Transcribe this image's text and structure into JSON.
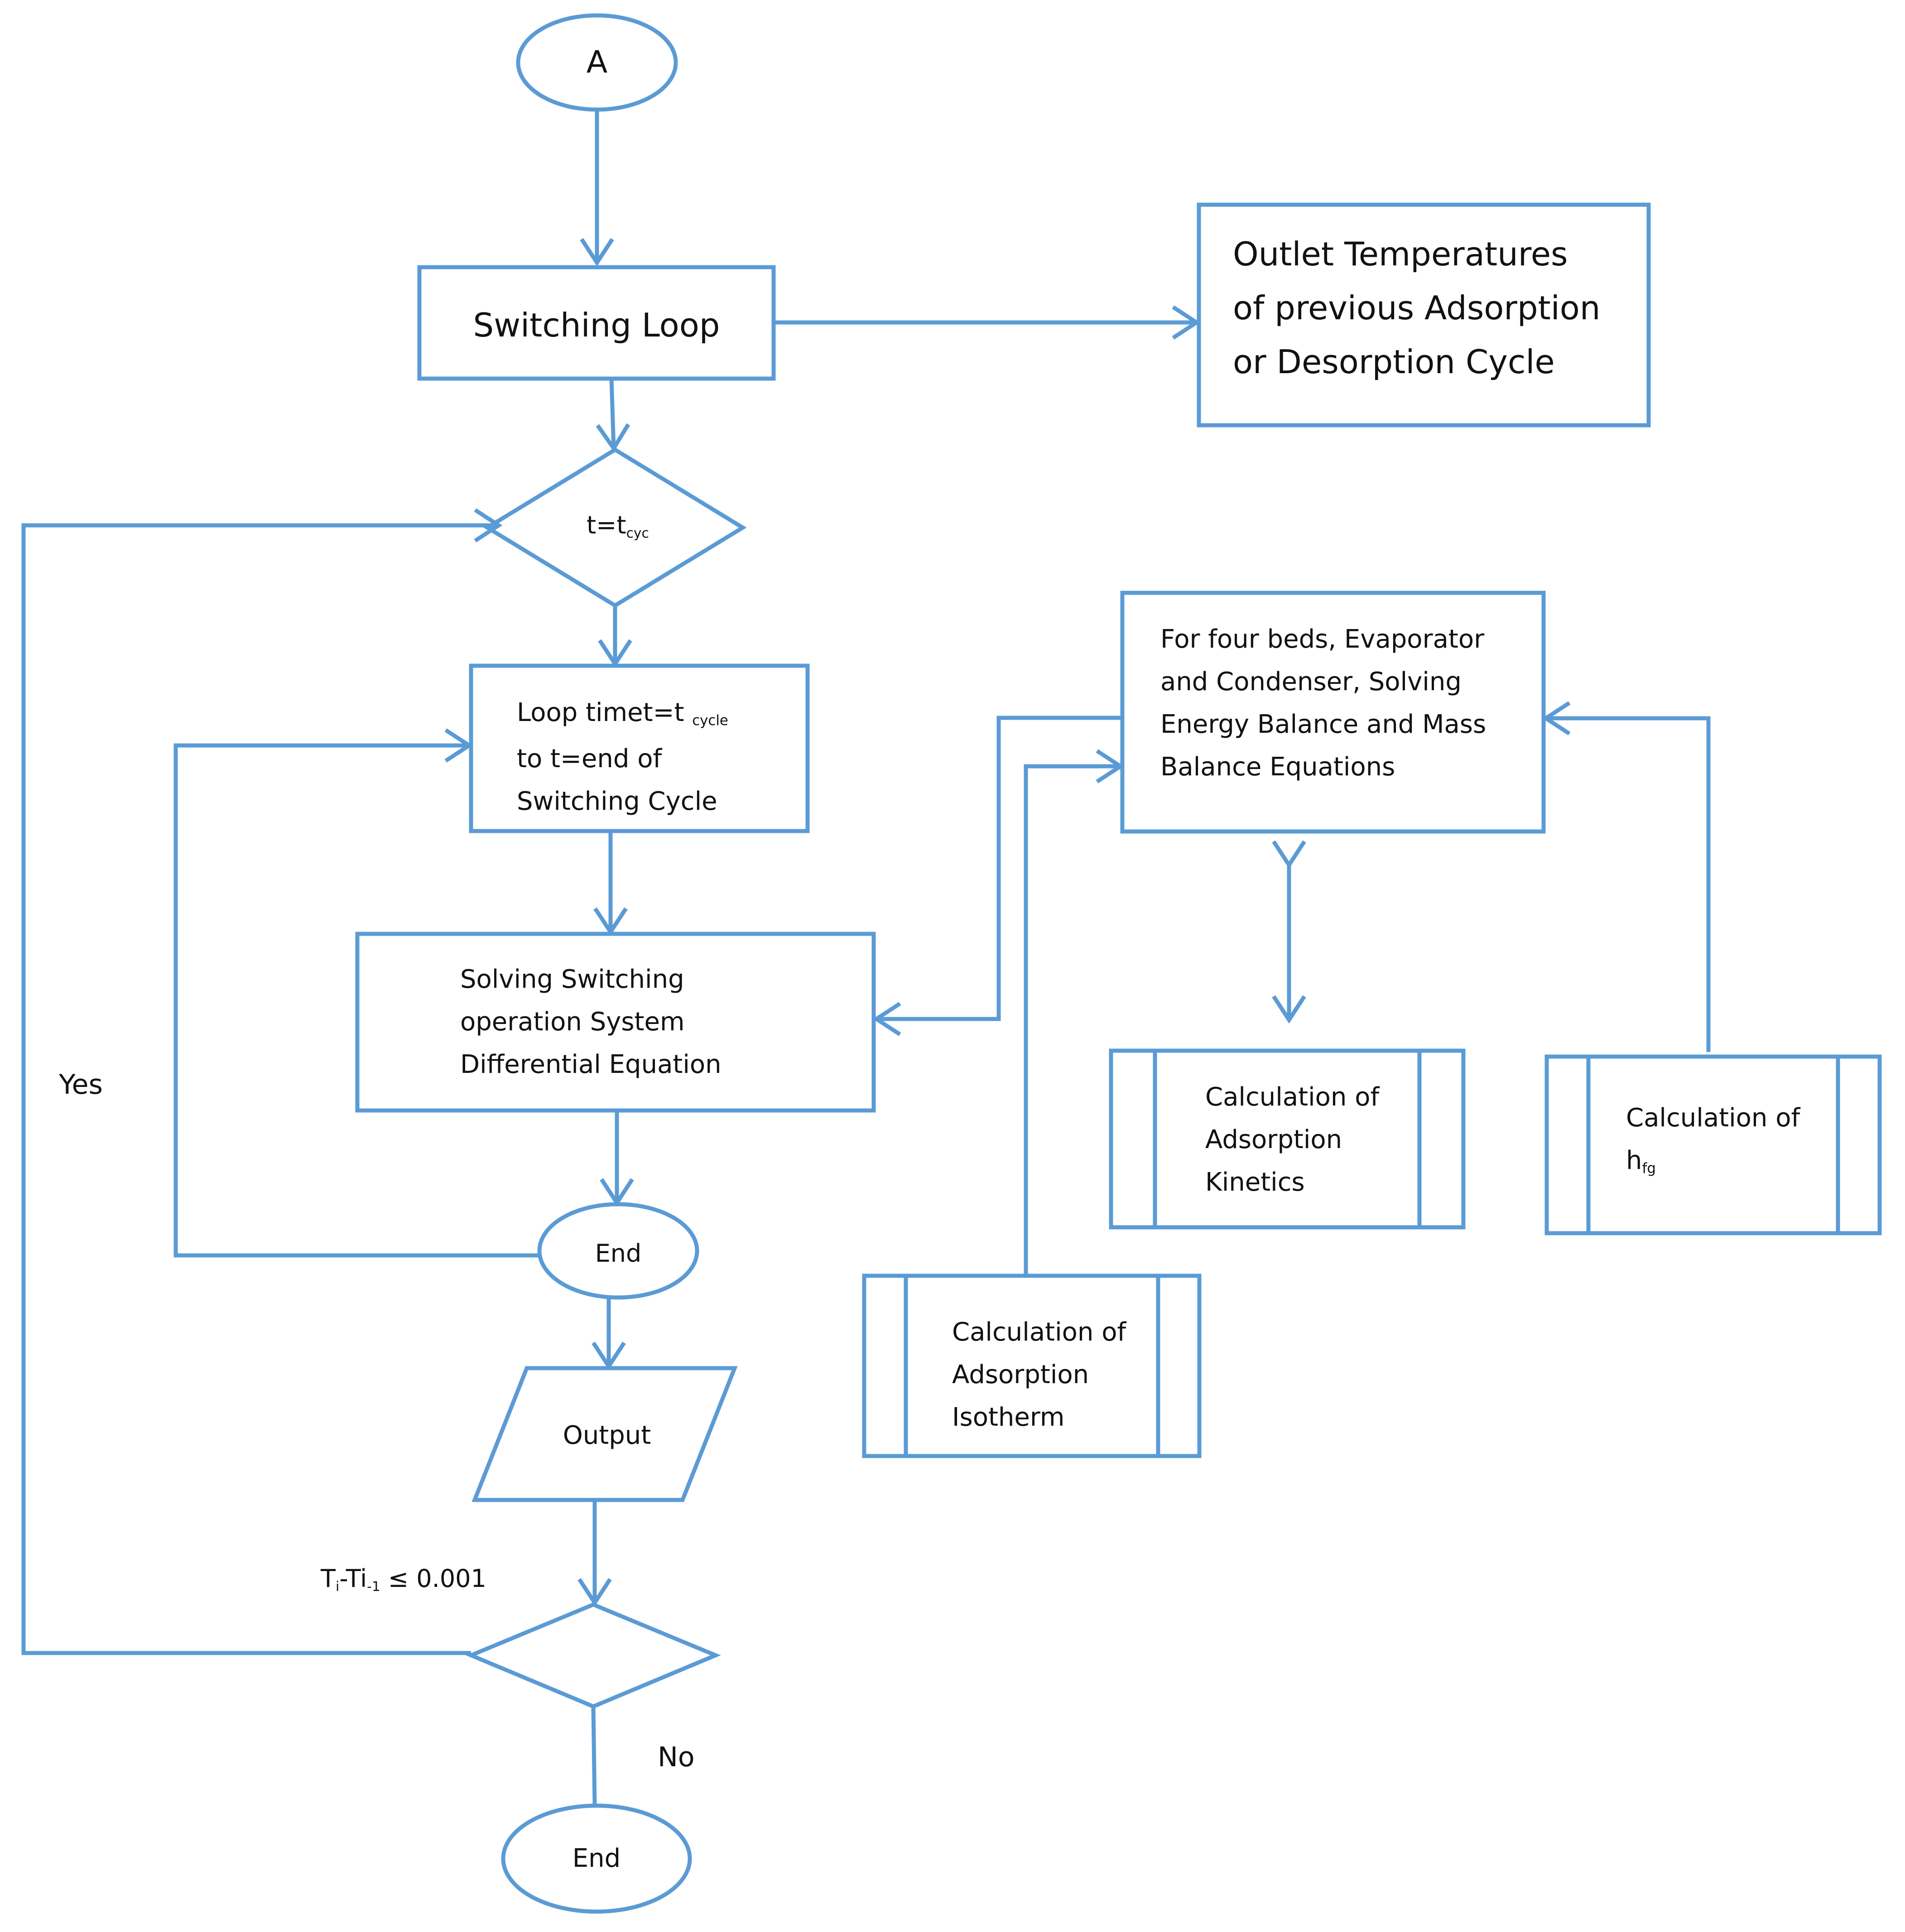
{
  "colors": {
    "stroke": "#5b9bd5",
    "text": "#111111",
    "background": "#ffffff"
  },
  "nodes": {
    "start": {
      "text": "A"
    },
    "switching_loop": {
      "text": "Switching Loop"
    },
    "outlet_temps": {
      "lines": [
        "Outlet Temperatures",
        "of previous Adsorption",
        "or Desorption Cycle"
      ]
    },
    "decision_tcyc": {
      "main": "t=t",
      "sub": "cyc"
    },
    "loop_time": {
      "line1_main": "Loop  timet=t ",
      "line1_sub": "cycle",
      "line2": "to t=end  of",
      "line3": "Switching  Cycle"
    },
    "solving_switching": {
      "lines": [
        "Solving Switching",
        "operation System",
        "Differential Equation"
      ]
    },
    "end_inner": {
      "text": "End"
    },
    "output": {
      "text": "Output"
    },
    "decision_converge": {
      "p1": "T",
      "s1": "i",
      "p2": "-Ti",
      "s2": "-1",
      "p3": " ≤ 0.001"
    },
    "end_final": {
      "text": "End"
    },
    "energy_mass": {
      "lines": [
        "For four beds, Evaporator",
        "and Condenser, Solving",
        "Energy Balance and Mass",
        "Balance Equations"
      ]
    },
    "adsorption_kinetics": {
      "lines": [
        "Calculation of",
        "Adsorption",
        "Kinetics"
      ]
    },
    "hfg": {
      "line1": "Calculation of",
      "main": "h",
      "sub": "fg"
    },
    "adsorption_isotherm": {
      "lines": [
        "Calculation of",
        "Adsorption",
        "Isotherm"
      ]
    }
  },
  "edge_labels": {
    "yes": "Yes",
    "no": "No"
  }
}
